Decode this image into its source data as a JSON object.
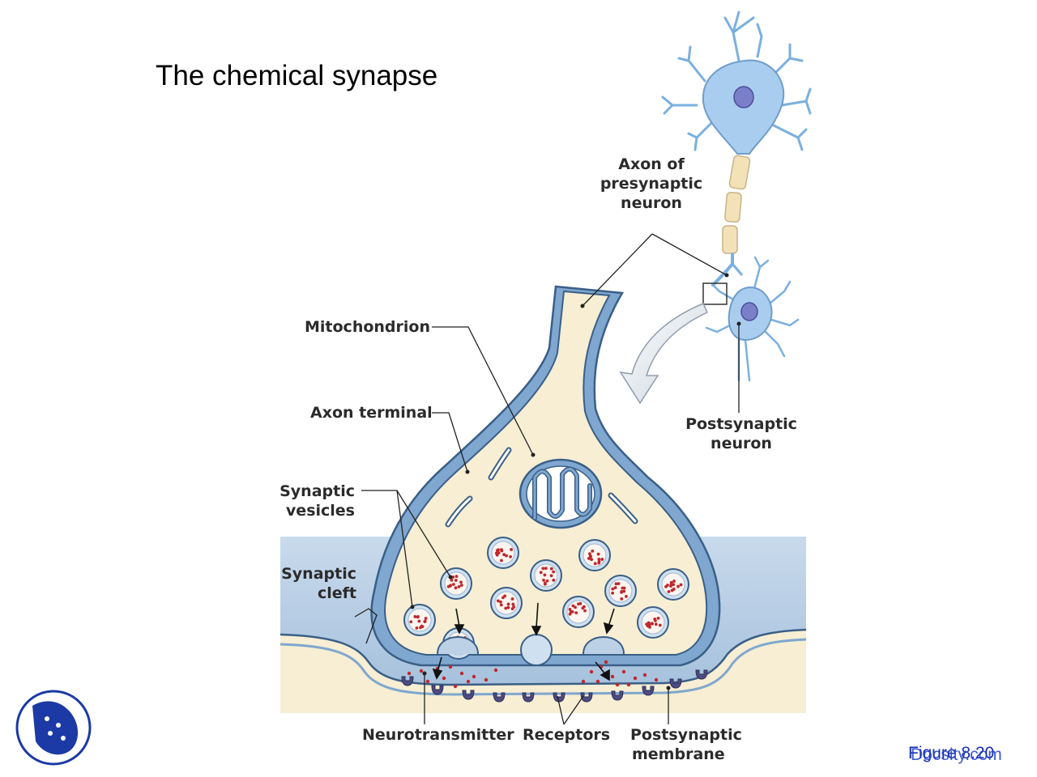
{
  "slide": {
    "title": "The chemical synapse",
    "figure_ref": "Figure 8.20",
    "watermark": "Docsity.com"
  },
  "labels": {
    "axon_presynaptic": [
      "Axon of",
      "presynaptic",
      "neuron"
    ],
    "mitochondrion": "Mitochondrion",
    "axon_terminal": "Axon terminal",
    "synaptic_vesicles": [
      "Synaptic",
      "vesicles"
    ],
    "synaptic_cleft": [
      "Synaptic",
      "cleft"
    ],
    "postsynaptic_neuron": [
      "Postsynaptic",
      "neuron"
    ],
    "neurotransmitter": "Neurotransmitter",
    "receptors": "Receptors",
    "postsynaptic_membrane": [
      "Postsynaptic",
      "membrane"
    ]
  },
  "colors": {
    "cytoplasm": "#f7eed3",
    "membrane_blue": "#7fa7cf",
    "membrane_dark": "#3a5f87",
    "cleft_blue": "#bcd1e6",
    "neuron_blue": "#a9cdee",
    "myelin": "#f3e2b8",
    "nucleus": "#7b7fc9",
    "neurotransmitter": "#c0272d",
    "receptor": "#4d4c82",
    "logo_blue": "#1b3aa6"
  }
}
